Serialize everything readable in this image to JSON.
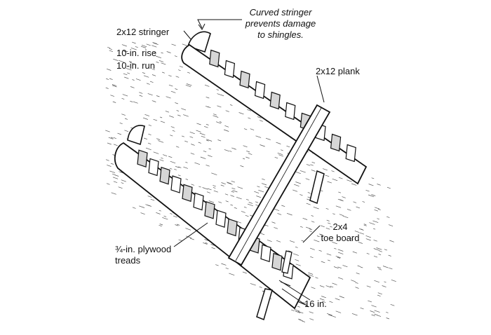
{
  "labels": {
    "curved_stringer_note": [
      "Curved stringer",
      "prevents damage",
      "to shingles."
    ],
    "stringer": "2x12 stringer",
    "rise": "10-in. rise",
    "run": "10-in. run",
    "plank": "2x12 plank",
    "toe_board": [
      "2x4",
      "toe board"
    ],
    "treads": [
      "¾-in. plywood",
      "treads"
    ],
    "spacing": "16 in."
  },
  "colors": {
    "ink": "#111111",
    "wood": "#ffffff",
    "shade": "#d6d6d6",
    "roof_texture": "#555555"
  },
  "treads": {
    "upper_stringer_count": 10,
    "lower_stringer_count": 14
  }
}
